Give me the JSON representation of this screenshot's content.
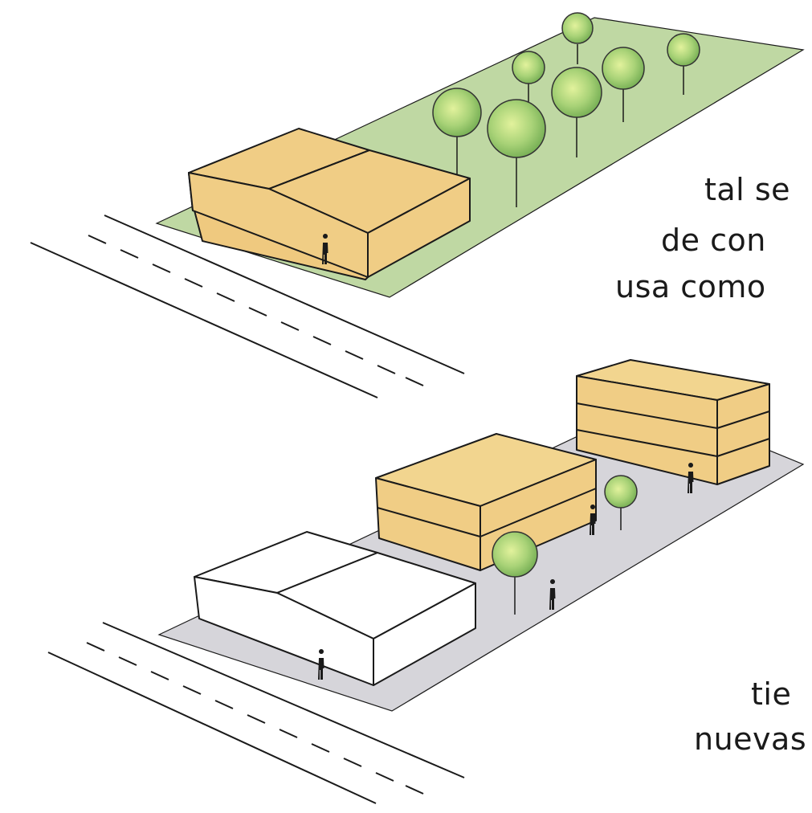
{
  "scene_top": {
    "caption_lines": [
      "tal se",
      "de con",
      "usa como"
    ]
  },
  "scene_bottom": {
    "caption_lines": [
      "tie",
      "nuevas"
    ]
  },
  "colors": {
    "lot_green": "#bfd8a3",
    "lot_grey": "#d6d5da",
    "building_yellow": "#f0cd85",
    "building_white": "#ffffff",
    "tree_light": "#d7ec8f",
    "tree_dark": "#7bb25a",
    "ink": "#1a1a1a"
  },
  "icons": [
    "person-icon",
    "tree-icon",
    "road-icon"
  ]
}
